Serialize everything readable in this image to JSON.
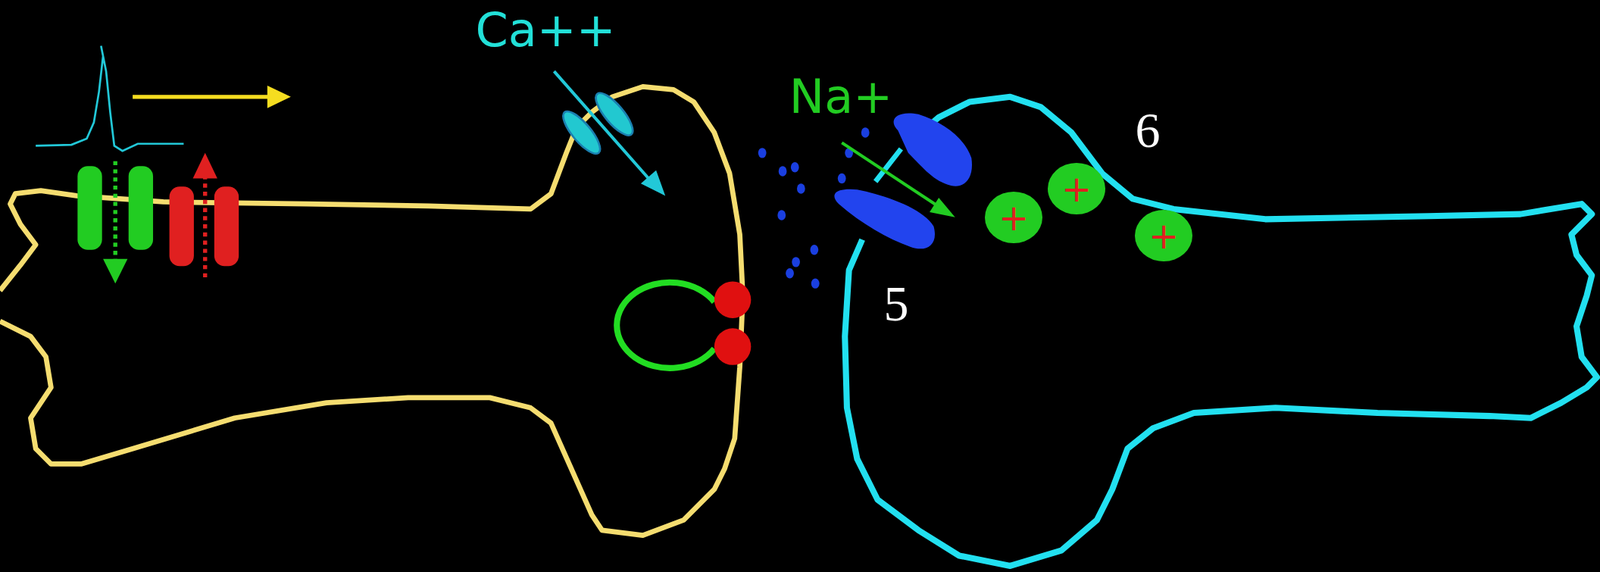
{
  "diagram": {
    "nodes": [
      {
        "text": [
          "+"
        ]
      },
      {
        "text": [
          "+"
        ]
      },
      {
        "text": [
          "+"
        ]
      }
    ],
    "labels": [
      "Ca++",
      "Na+",
      "5",
      "6"
    ]
  }
}
